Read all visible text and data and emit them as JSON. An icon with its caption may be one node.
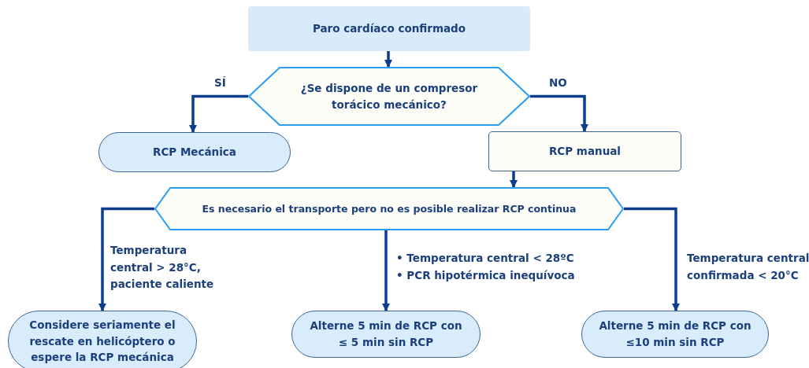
{
  "diagram": {
    "nodes": [
      {
        "text": [
          "Paro cardíaco confirmado"
        ]
      },
      {
        "text": [
          "¿Se dispone de un compresor torácico mecánico?"
        ]
      },
      {
        "text": [
          "RCP Mecánica"
        ]
      },
      {
        "text": [
          "RCP manual"
        ]
      },
      {
        "text": [
          "Es necesario el transporte pero no es posible realizar RCP continua"
        ]
      },
      {
        "text": [
          "Considere seriamente el rescate en helicóptero o espere  la RCP mecánica"
        ]
      },
      {
        "text": [
          "Alterne 5 min de RCP con ≤ 5 min sin RCP"
        ]
      },
      {
        "text": [
          "Alterne 5 min de RCP con ≤10 min sin RCP"
        ]
      }
    ],
    "edges": [
      {
        "from": 0,
        "to": 1,
        "arrow": "to"
      },
      {
        "from": 1,
        "to": 2,
        "arrow": "to",
        "label": "SÍ"
      },
      {
        "from": 1,
        "to": 3,
        "arrow": "to",
        "label": "NO"
      },
      {
        "from": 3,
        "to": 4,
        "arrow": "to"
      },
      {
        "from": 4,
        "to": 5,
        "arrow": "to",
        "label": "Temperatura central > 28°C, paciente caliente"
      },
      {
        "from": 4,
        "to": 6,
        "arrow": "to"
      },
      {
        "from": 4,
        "to": 7,
        "arrow": "to",
        "label": "Temperatura central confirmada < 20°C"
      }
    ],
    "labels": [
      "• Temperatura central < 28ºC",
      "• PCR hipotérmica inequívoca"
    ]
  }
}
